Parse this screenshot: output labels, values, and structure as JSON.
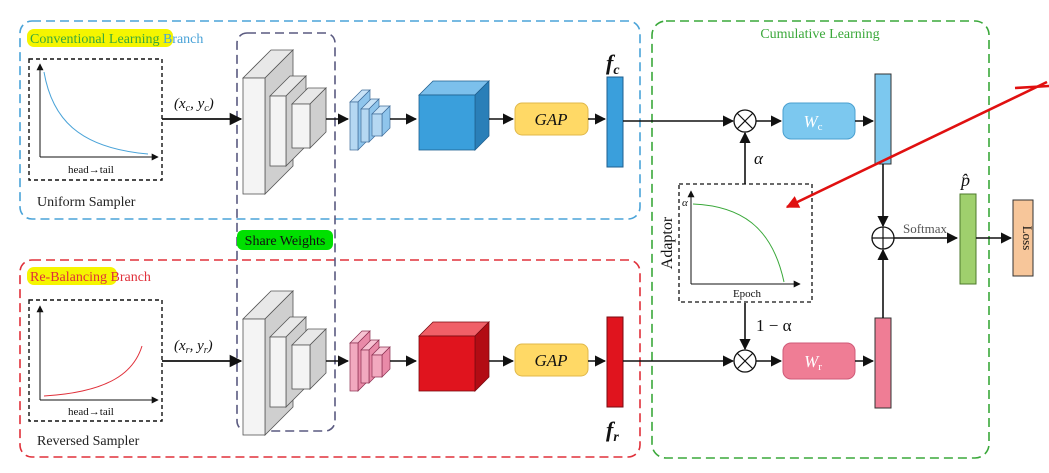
{
  "branches": {
    "conventional": {
      "highlight": "Conventional Learning",
      "suffix": " Branch",
      "sampler": "Uniform Sampler",
      "input": "(x",
      "input_sub_a": "c",
      "input_mid": ", y",
      "input_sub_b": "c",
      "input_end": ")",
      "feature": "f",
      "feature_sub": "c",
      "weight": "W",
      "weight_sub": "c"
    },
    "rebalancing": {
      "highlight": "Re-Balancing",
      "suffix": " Branch",
      "sampler": "Reversed Sampler",
      "input": "(x",
      "input_sub_a": "r",
      "input_mid": ", y",
      "input_sub_b": "r",
      "input_end": ")",
      "feature": "f",
      "feature_sub": "r",
      "weight": "W",
      "weight_sub": "r"
    }
  },
  "plot_axis_label": "head→tail",
  "share_weights": "Share Weights",
  "gap_label": "GAP",
  "cumulative_title": "Cumulative Learning",
  "adaptor": {
    "label": "Adaptor",
    "x_label": "Epoch",
    "y_label": "α"
  },
  "alpha": "α",
  "one_minus_alpha": "1 − α",
  "softmax": "Softmax",
  "p_hat": "p̂",
  "loss": "Loss",
  "colors": {
    "blue_dash": "#4aa3d8",
    "red_dash": "#e0303a",
    "green_dash": "#3aa83a",
    "navy_dash": "#5a5a80",
    "highlight_yellow": "#f5f500",
    "share_green": "#00e000",
    "gap_fill": "#ffd966",
    "blue_cube": "#3a9fdc",
    "red_cube": "#e0141e",
    "wc_fill": "#7cc8ef",
    "wr_fill": "#ef7d95",
    "p_fill": "#9fd06d",
    "loss_fill": "#f7c69a",
    "pointer_red": "#e01010"
  }
}
